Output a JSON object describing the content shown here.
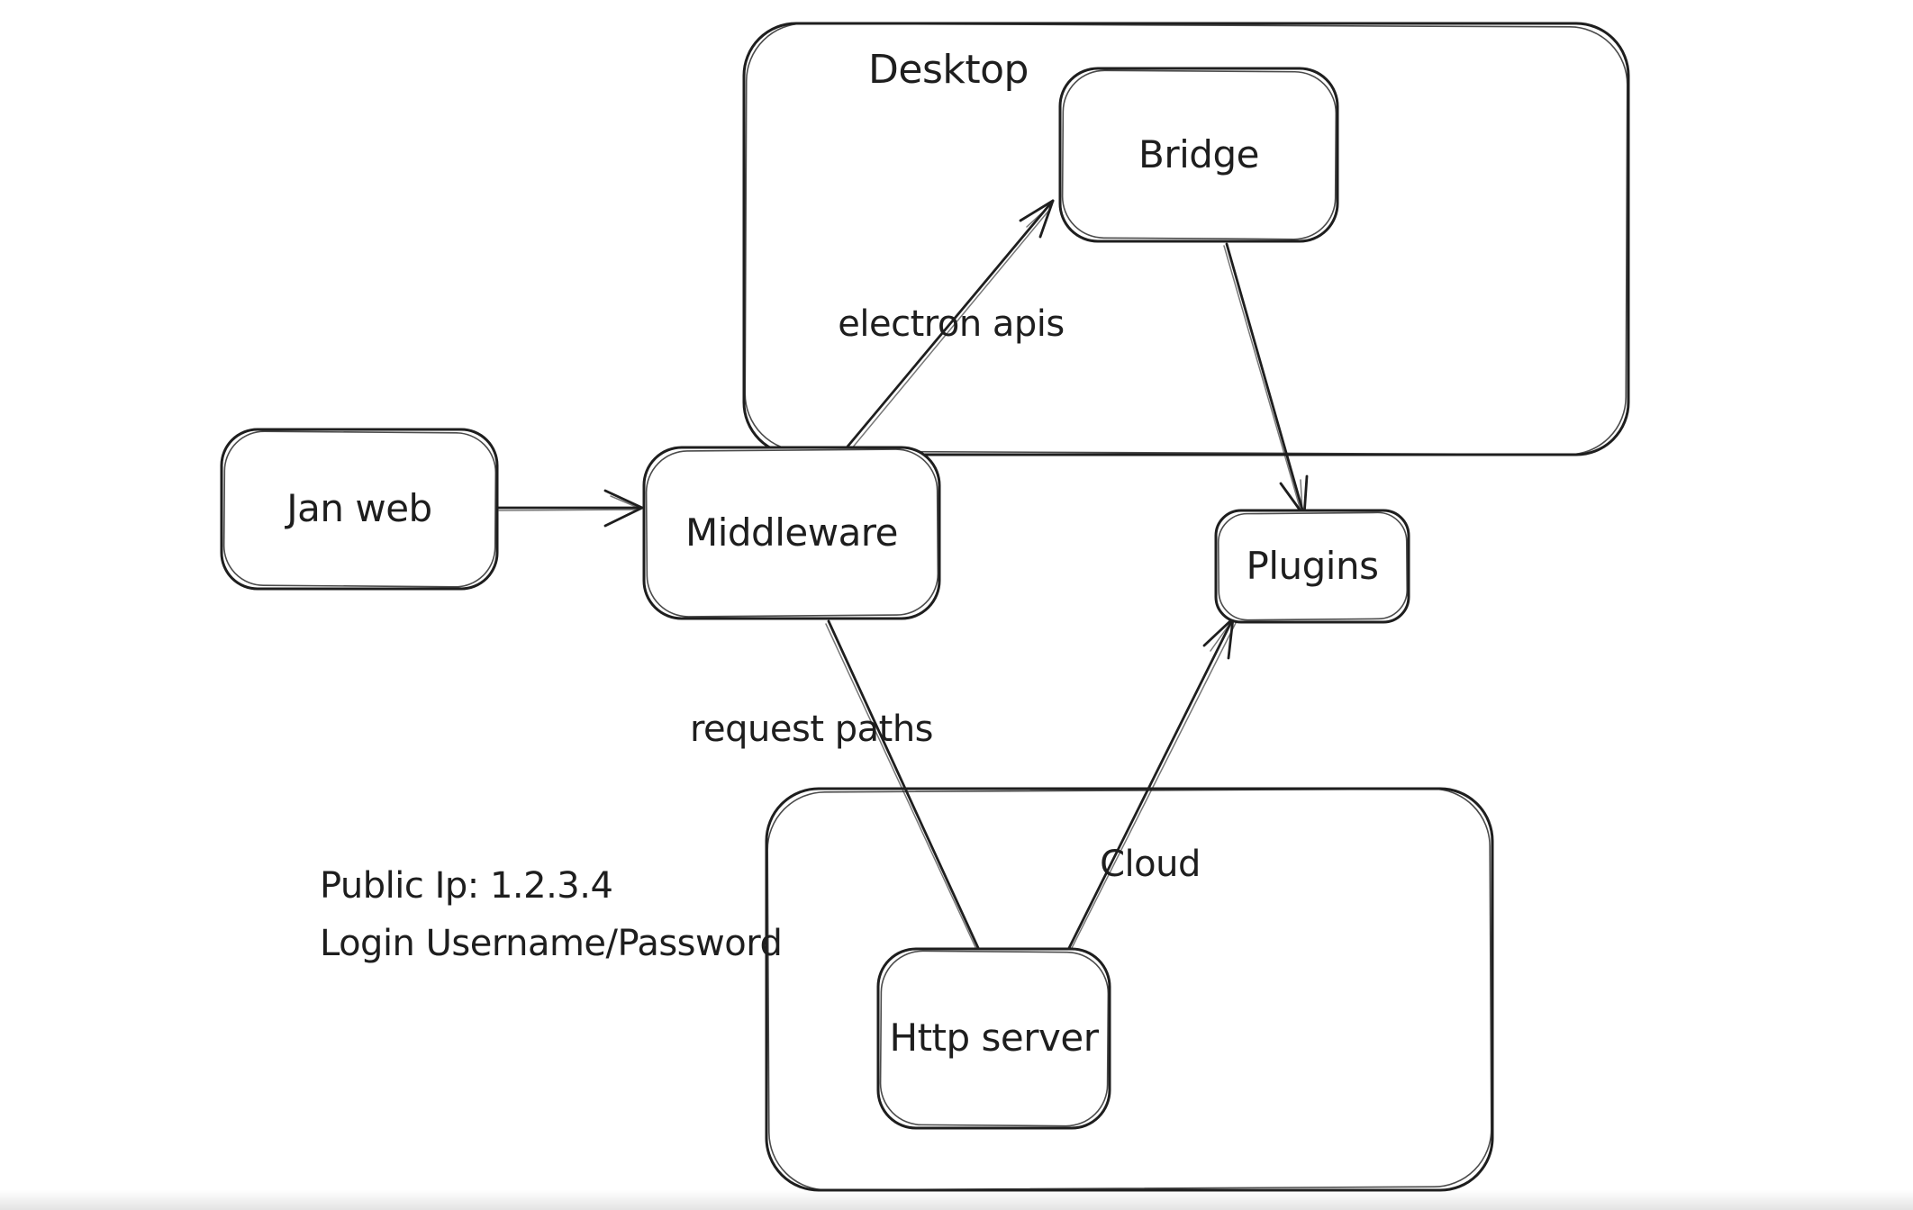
{
  "app": {
    "type": "hand-drawn architecture diagram",
    "background_color": "#ffffff",
    "stroke_color": "#1e1e1e"
  },
  "containers": [
    {
      "id": "desktop",
      "label": "Desktop"
    },
    {
      "id": "cloud",
      "label": "Cloud"
    }
  ],
  "nodes": [
    {
      "id": "jan_web",
      "label": "Jan web"
    },
    {
      "id": "middleware",
      "label": "Middleware"
    },
    {
      "id": "bridge",
      "label": "Bridge"
    },
    {
      "id": "plugins",
      "label": "Plugins"
    },
    {
      "id": "http_server",
      "label": "Http server"
    }
  ],
  "edges": [
    {
      "from": "Jan web",
      "to": "Middleware",
      "label": "",
      "arrowhead": true
    },
    {
      "from": "Middleware",
      "to": "Bridge",
      "label": "electron apis",
      "arrowhead": true
    },
    {
      "from": "Bridge",
      "to": "Plugins",
      "label": "",
      "arrowhead": true
    },
    {
      "from": "Middleware",
      "to": "Http server",
      "label": "request paths",
      "arrowhead": false
    },
    {
      "from": "Http server",
      "to": "Plugins",
      "label": "",
      "arrowhead": true
    }
  ],
  "annotations": {
    "public_ip": "Public Ip: 1.2.3.4",
    "login": "Login Username/Password"
  }
}
